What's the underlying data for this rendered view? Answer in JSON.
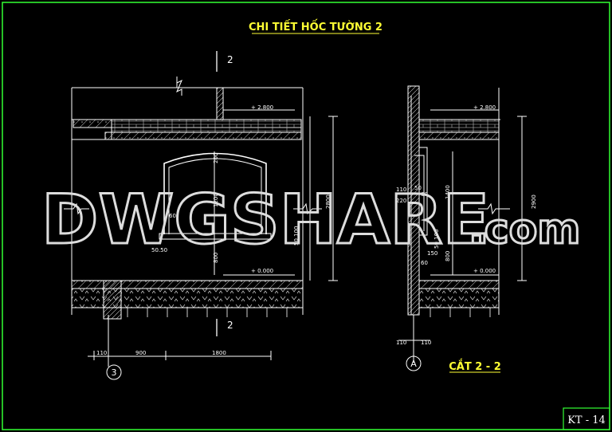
{
  "drawing": {
    "title": "CHI TIẾT HỐC TƯỜNG 2",
    "section_title": "CẮT 2 - 2",
    "sheet_code": "KT - 14",
    "watermark_main": "DWGSHARE",
    "watermark_suffix": ".com",
    "cut_marker": "2",
    "grid_axis_left": "3",
    "grid_axis_right": "A",
    "elevation_top": "+ 2.800",
    "elevation_floor": "+ 0.000"
  },
  "elevation_dims": {
    "d200": "200",
    "d1200": "1200",
    "d60": "60",
    "d800": "800",
    "d50100": "50 100",
    "d5050": "50.50",
    "d2800": "2800",
    "d110": "110",
    "d900": "900",
    "d1800": "1800"
  },
  "section_dims": {
    "d110": "110",
    "d220": "220",
    "d50": "50",
    "d60": "60",
    "d1400": "1400",
    "d50100": "50 100",
    "d150": "150",
    "d800": "800",
    "d2900": "2900",
    "b110a": "110",
    "b110b": "110"
  },
  "colors": {
    "background": "#000000",
    "frame": "#33ff33",
    "title": "#ffff33",
    "linework": "#ffffff"
  }
}
